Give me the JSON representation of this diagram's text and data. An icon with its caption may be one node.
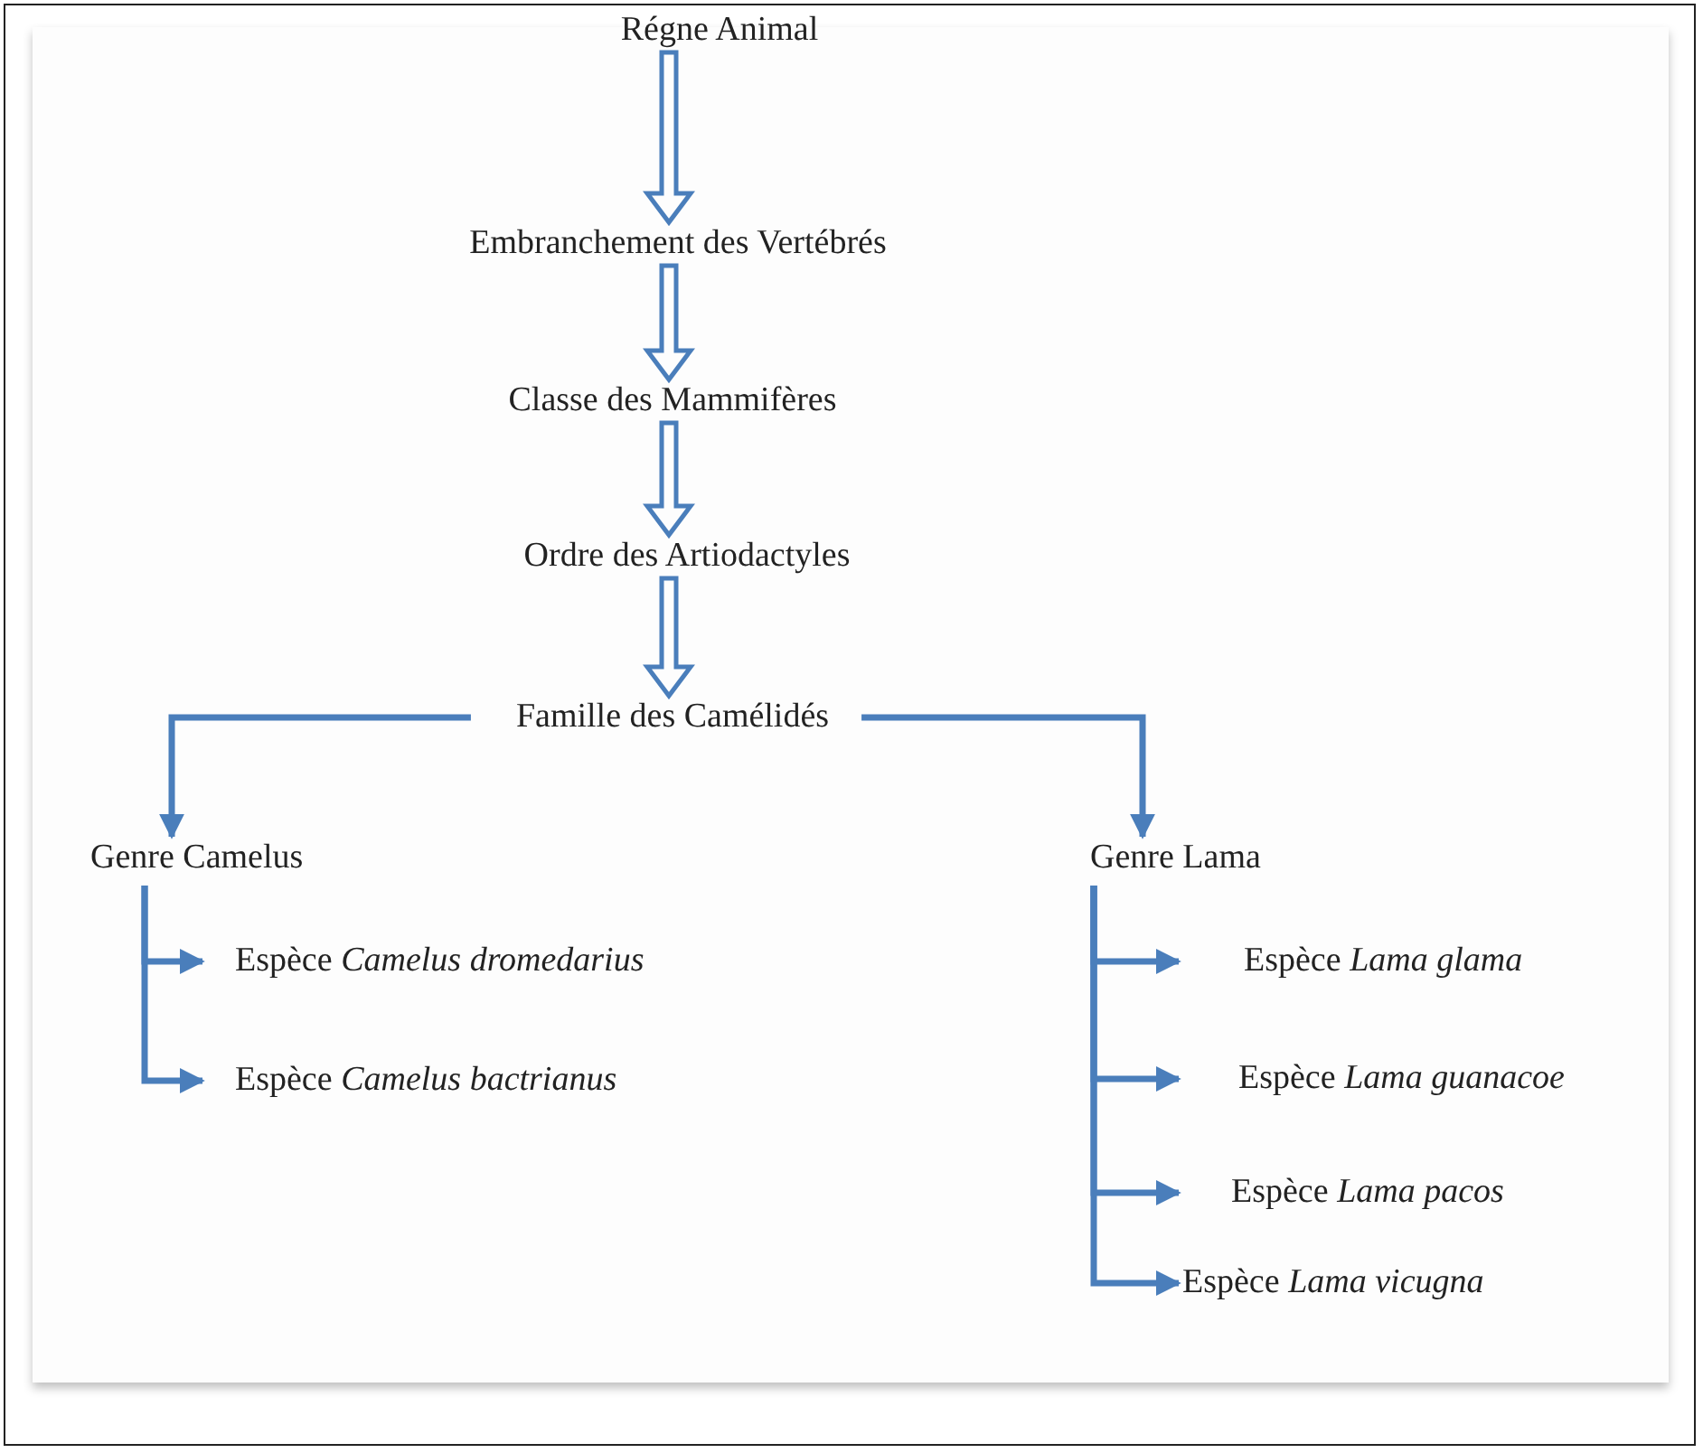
{
  "diagram": {
    "nodes": [
      {
        "text": [
          "Régne Animal"
        ]
      },
      {
        "text": [
          "Embranchement des Vertébrés"
        ]
      },
      {
        "text": [
          "Classe des Mammifères"
        ]
      },
      {
        "text": [
          "Ordre des Artiodactyles"
        ]
      },
      {
        "text": [
          "Famille des Camélidés"
        ]
      },
      {
        "text": [
          "Genre Camelus"
        ]
      },
      {
        "text": [
          "Genre Lama"
        ]
      },
      {
        "text": [
          "Espèce *Camelus dromedarius*"
        ]
      },
      {
        "text": [
          "Espèce *Camelus bactrianus*"
        ]
      },
      {
        "text": [
          "Espèce *Lama glama*"
        ]
      },
      {
        "text": [
          "Espèce *Lama guanacoe*"
        ]
      },
      {
        "text": [
          "Espèce *Lama pacos*"
        ]
      },
      {
        "text": [
          "Espèce *Lama vicugna*"
        ]
      }
    ],
    "edges": [
      {
        "from": 0,
        "to": 1,
        "arrow": "to",
        "style": "thick"
      },
      {
        "from": 1,
        "to": 2,
        "arrow": "to",
        "style": "thick"
      },
      {
        "from": 2,
        "to": 3,
        "arrow": "to",
        "style": "thick"
      },
      {
        "from": 3,
        "to": 4,
        "arrow": "to",
        "style": "thick"
      },
      {
        "from": 4,
        "to": 5,
        "arrow": "to"
      },
      {
        "from": 4,
        "to": 6,
        "arrow": "to"
      },
      {
        "from": 5,
        "to": 7,
        "arrow": "to"
      },
      {
        "from": 5,
        "to": 8,
        "arrow": "to"
      },
      {
        "from": 6,
        "to": 9,
        "arrow": "to"
      },
      {
        "from": 6,
        "to": 10,
        "arrow": "to"
      },
      {
        "from": 6,
        "to": 11,
        "arrow": "to"
      },
      {
        "from": 6,
        "to": 12,
        "arrow": "to"
      }
    ]
  }
}
